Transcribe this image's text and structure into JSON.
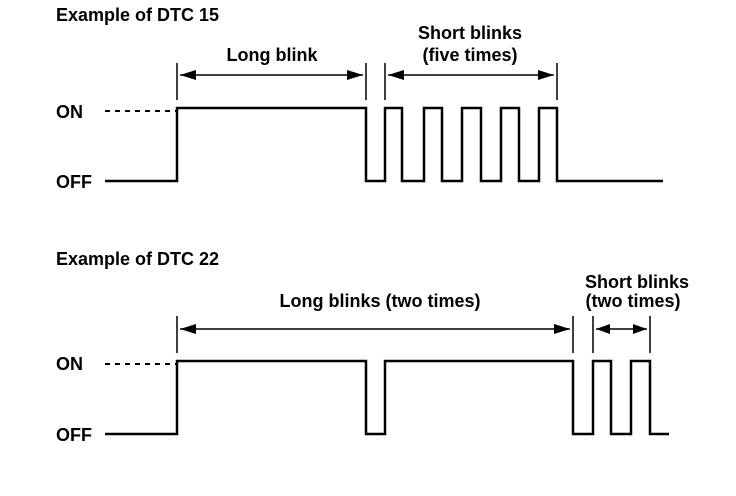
{
  "colors": {
    "ink": "#000000",
    "background": "#ffffff"
  },
  "diagrams": [
    {
      "title": "Example of DTC 15",
      "state_on": "ON",
      "state_off": "OFF",
      "annotations": [
        {
          "text": "Long blink"
        },
        {
          "line1": "Short blinks",
          "line2": "(five times)"
        }
      ],
      "long_blinks": 1,
      "short_blinks": 5
    },
    {
      "title": "Example of DTC 22",
      "state_on": "ON",
      "state_off": "OFF",
      "annotations": [
        {
          "text": "Long blinks (two times)"
        },
        {
          "line1": "Short blinks",
          "line2": "(two times)"
        }
      ],
      "long_blinks": 2,
      "short_blinks": 2
    }
  ]
}
